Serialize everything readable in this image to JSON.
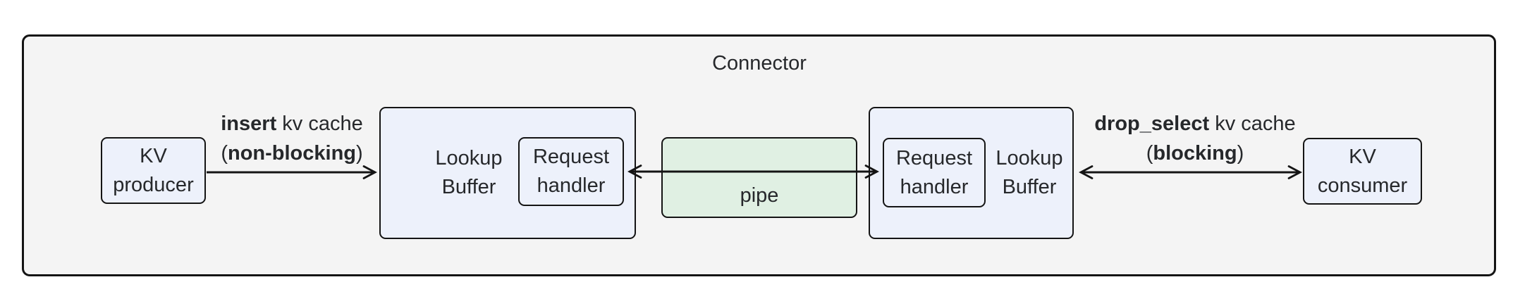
{
  "diagram": {
    "title": "Connector",
    "nodes": {
      "kv_producer": {
        "line1": "KV",
        "line2": "producer"
      },
      "lookup_buffer_left": {
        "line1": "Lookup",
        "line2": "Buffer"
      },
      "request_handler_left": {
        "line1": "Request",
        "line2": "handler"
      },
      "pipe": {
        "label": "pipe"
      },
      "request_handler_right": {
        "line1": "Request",
        "line2": "handler"
      },
      "lookup_buffer_right": {
        "line1": "Lookup",
        "line2": "Buffer"
      },
      "kv_consumer": {
        "line1": "KV",
        "line2": "consumer"
      }
    },
    "edges": {
      "insert": {
        "bold1": "insert",
        "rest1": " kv cache",
        "pre2": "(",
        "bold2": "non-blocking",
        "post2": ")"
      },
      "drop_select": {
        "bold1": "drop_select",
        "rest1": " kv cache",
        "pre2": "(",
        "bold2": "blocking",
        "post2": ")"
      }
    }
  },
  "colors": {
    "canvas_bg": "#ffffff",
    "connector_bg": "#f4f4f4",
    "node_bg": "#edf1fb",
    "pipe_bg": "#e0f0e3",
    "border": "#141414",
    "text": "#26282b"
  }
}
